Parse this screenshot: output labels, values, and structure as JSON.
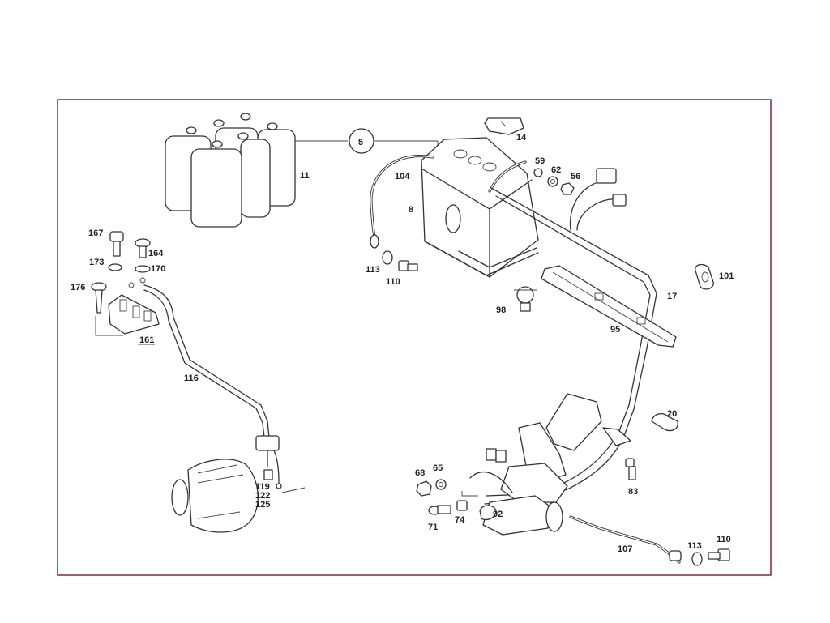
{
  "labels": {
    "p5": "5",
    "p11": "11",
    "p14": "14",
    "p8": "8",
    "p104": "104",
    "p59": "59",
    "p62": "62",
    "p56": "56",
    "p113a": "113",
    "p110a": "110",
    "p101": "101",
    "p17": "17",
    "p98": "98",
    "p95": "95",
    "p167": "167",
    "p164": "164",
    "p173": "173",
    "p170": "170",
    "p176": "176",
    "p161": "161",
    "p116": "116",
    "p20": "20",
    "p68": "68",
    "p65": "65",
    "p83": "83",
    "p119": "119",
    "p122": "122",
    "p125": "125",
    "p71": "71",
    "p74": "74",
    "p92": "92",
    "p107": "107",
    "p113b": "113",
    "p110b": "110"
  },
  "colors": {
    "frame": "#7a1630",
    "line": "#333333",
    "text": "#222222"
  }
}
